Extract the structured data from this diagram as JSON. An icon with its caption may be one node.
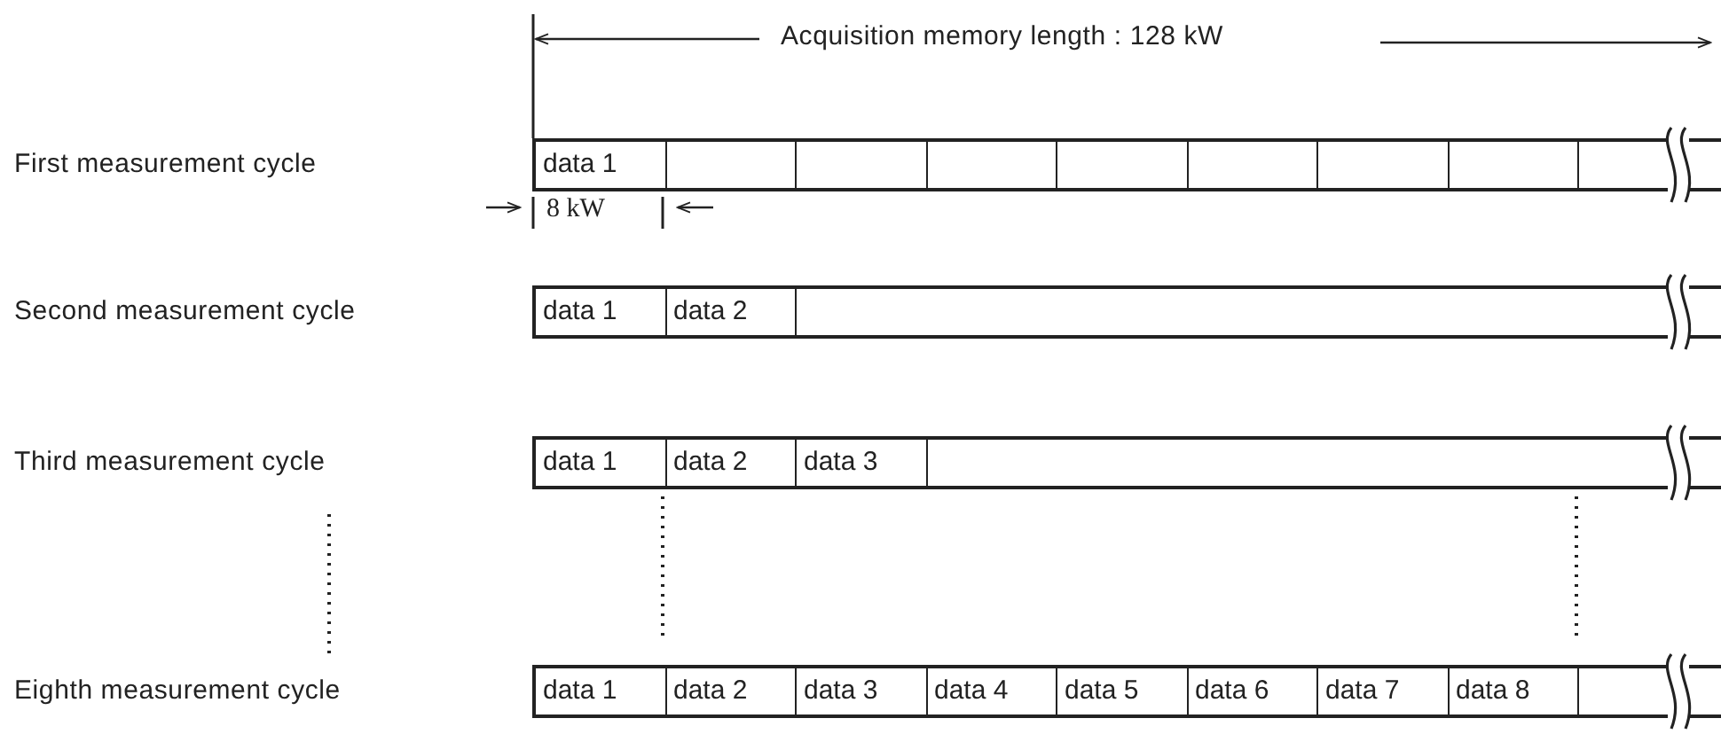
{
  "diagram": {
    "nodes": [
      {
        "text": [],
        "shape": "bar"
      },
      {
        "text": [
          "data 1"
        ],
        "in": 0
      },
      {
        "text": [],
        "shape": "box",
        "in": 0
      },
      {
        "text": [],
        "shape": "box",
        "in": 0
      },
      {
        "text": [],
        "shape": "box",
        "in": 0
      },
      {
        "text": [],
        "shape": "box",
        "in": 0
      },
      {
        "text": [],
        "shape": "box",
        "in": 0
      },
      {
        "text": [],
        "shape": "box",
        "in": 0
      },
      {
        "text": [],
        "shape": "box",
        "in": 0
      },
      {
        "text": [],
        "shape": "bar"
      },
      {
        "text": [
          "data 1"
        ],
        "in": 9
      },
      {
        "text": [
          "data 2"
        ],
        "in": 9
      },
      {
        "text": [],
        "shape": "bar"
      },
      {
        "text": [
          "data 1"
        ],
        "in": 12
      },
      {
        "text": [
          "data 2"
        ],
        "in": 12
      },
      {
        "text": [
          "data 3"
        ],
        "in": 12
      },
      {
        "text": [],
        "shape": "bar"
      },
      {
        "text": [
          "data 1"
        ],
        "in": 16
      },
      {
        "text": [
          "data 2"
        ],
        "in": 16
      },
      {
        "text": [
          "data 3"
        ],
        "in": 16
      },
      {
        "text": [
          "data 4"
        ],
        "in": 16
      },
      {
        "text": [
          "data 5"
        ],
        "in": 16
      },
      {
        "text": [
          "data 6"
        ],
        "in": 16
      },
      {
        "text": [
          "data 7"
        ],
        "in": 16
      },
      {
        "text": [
          "data 8"
        ],
        "in": 16
      }
    ],
    "labels": [
      "Acquisition memory length : 128 kW",
      "First measurement cycle",
      "8 kW",
      "Second measurement cycle",
      "Third measurement cycle",
      "Eighth measurement cycle"
    ]
  }
}
